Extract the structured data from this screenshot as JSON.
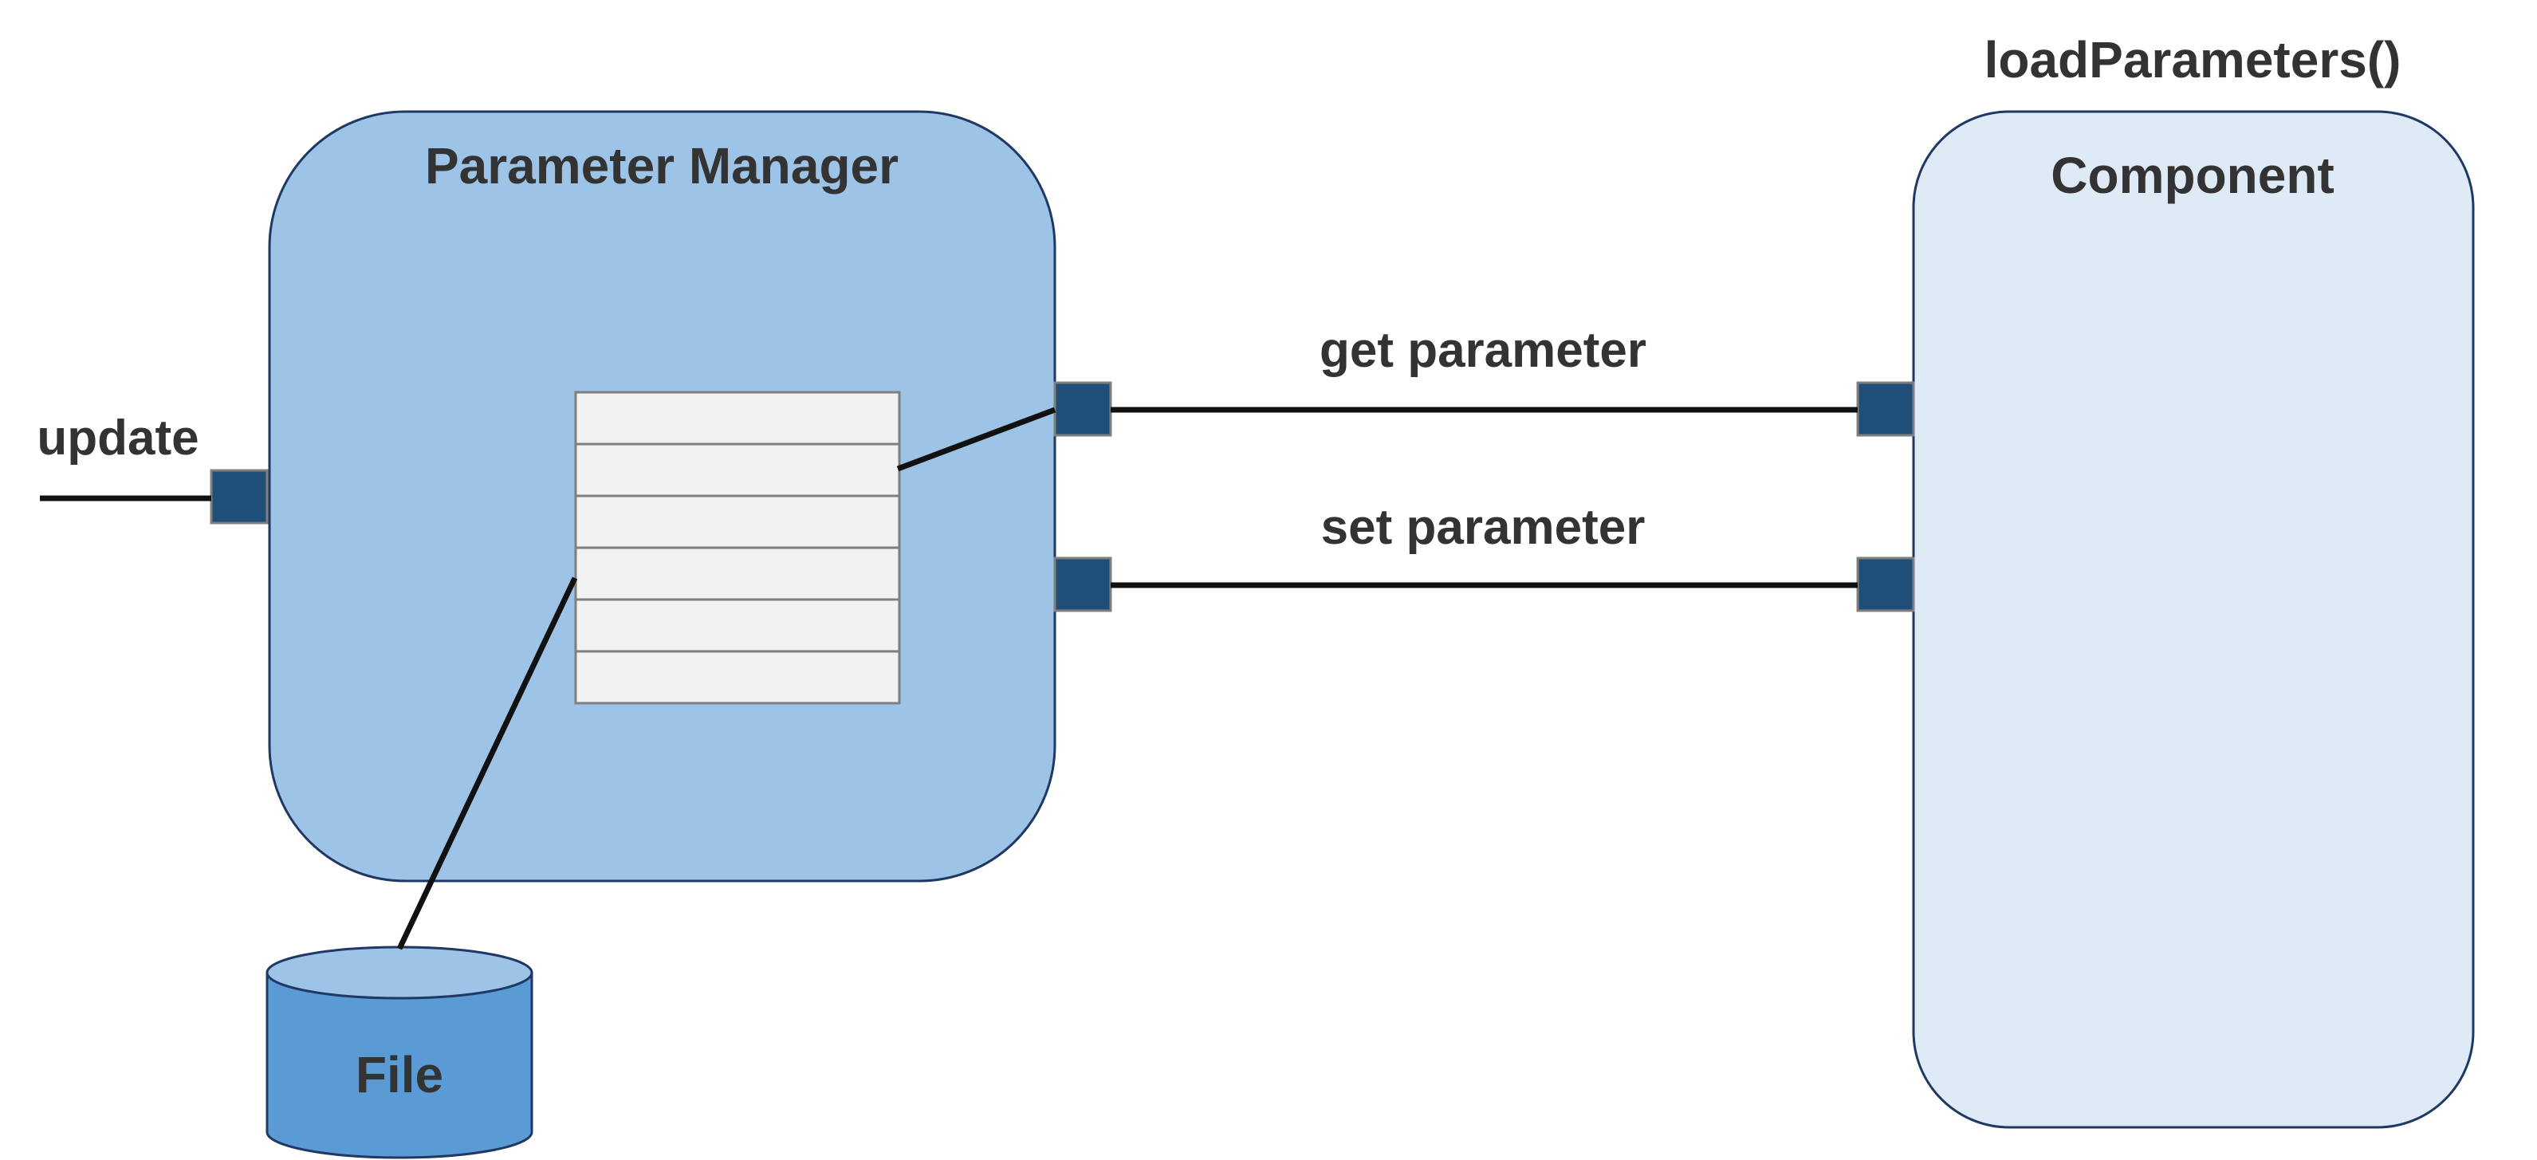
{
  "diagram": {
    "parameter_manager": {
      "title": "Parameter Manager",
      "table_rows": 6
    },
    "component": {
      "title": "Component",
      "method": "loadParameters()"
    },
    "file": {
      "label": "File"
    },
    "labels": {
      "update": "update",
      "get_parameter": "get parameter",
      "set_parameter": "set parameter"
    },
    "colors": {
      "manager_fill": "#9dc3e6",
      "component_fill": "#deebf7",
      "border": "#1f3864",
      "port": "#1f4e79",
      "file_fill": "#5b9bd5",
      "file_top": "#9dc3e6",
      "table_fill": "#f2f2f2",
      "table_border": "#7f7f7f",
      "arrow": "#111111"
    }
  }
}
